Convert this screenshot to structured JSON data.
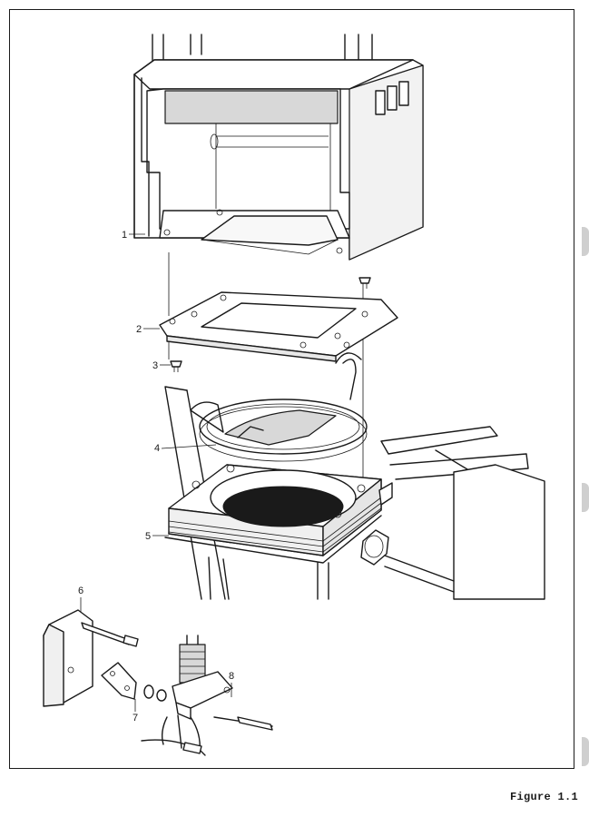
{
  "figure": {
    "caption": "Figure 1.1",
    "callouts": [
      {
        "id": "1",
        "label": "1"
      },
      {
        "id": "2",
        "label": "2"
      },
      {
        "id": "3",
        "label": "3"
      },
      {
        "id": "4",
        "label": "4"
      },
      {
        "id": "5",
        "label": "5"
      },
      {
        "id": "6",
        "label": "6"
      },
      {
        "id": "7",
        "label": "7"
      },
      {
        "id": "8",
        "label": "8"
      }
    ]
  }
}
